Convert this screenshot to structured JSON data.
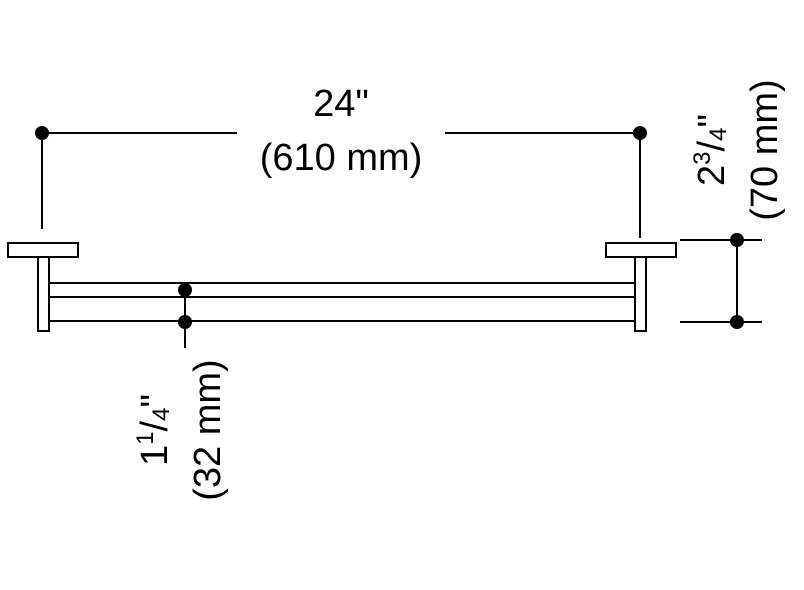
{
  "page": {
    "background": "#ffffff",
    "line_color": "#000000",
    "description": "dimensioned side-elevation drawing of a wall-mounted towel bar"
  },
  "labels": {
    "length": {
      "imperial": "24\"",
      "metric": "(610 mm)"
    },
    "offset": {
      "whole": "2",
      "numerator": "3",
      "separator": "/",
      "denominator": "4",
      "unit": "\"",
      "metric": "(70 mm)"
    },
    "rail_spacing": {
      "whole": "1",
      "numerator": "1",
      "separator": "/",
      "denominator": "4",
      "unit": "\"",
      "metric": "(32 mm)"
    }
  }
}
